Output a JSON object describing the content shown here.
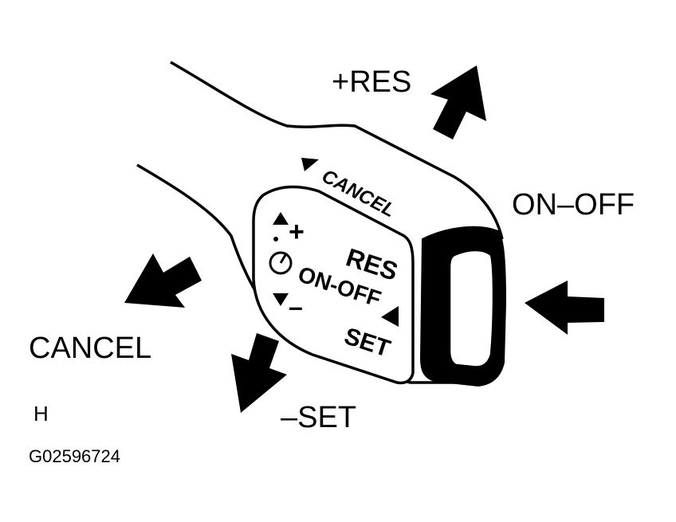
{
  "diagram": {
    "callouts": {
      "resume_plus": "+RES",
      "on_off": "ON–OFF",
      "cancel": "CANCEL",
      "set_minus": "–SET"
    },
    "stalk_face": {
      "cancel": "CANCEL",
      "plus": "+",
      "minus": "–",
      "res": "RES",
      "on_off": "ON-OFF",
      "set": "SET"
    },
    "view_letter": "H",
    "figure_code": "G02596724",
    "colors": {
      "ink": "#000000",
      "paper": "#ffffff"
    },
    "icons": [
      "arrow-up-right-icon",
      "arrow-left-icon",
      "arrow-down-left-icon",
      "arrow-down-icon",
      "speedometer-icon"
    ]
  }
}
